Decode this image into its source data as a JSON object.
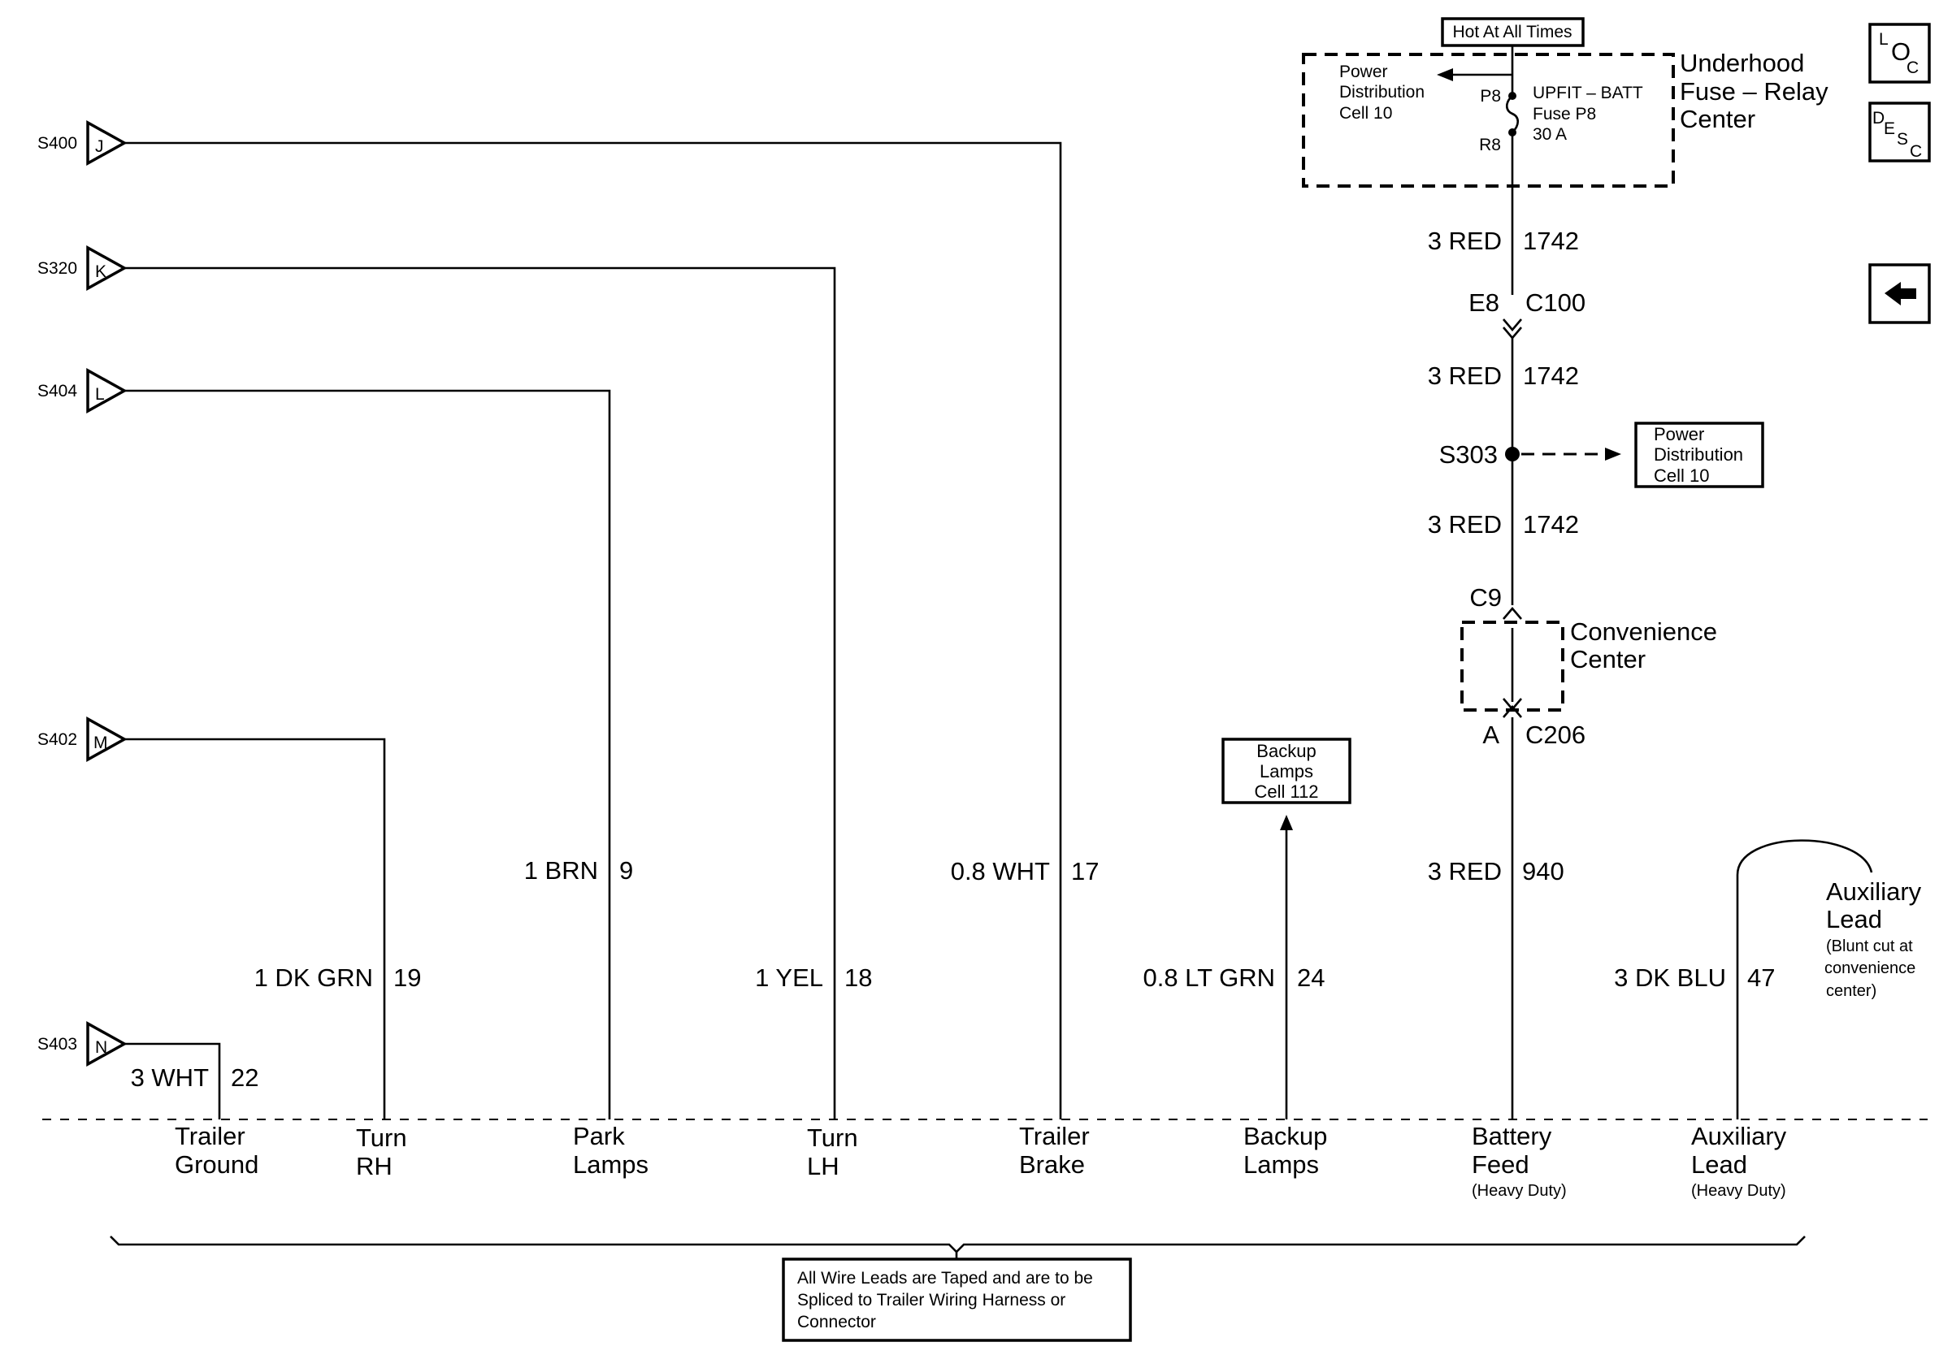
{
  "ground_leads": [
    {
      "splice": "S403",
      "pin": "N",
      "gauge": "3 WHT",
      "circuit": "22",
      "line1": "Trailer",
      "line2": "Ground",
      "sub": ""
    },
    {
      "splice": "S402",
      "pin": "M",
      "gauge": "1 DK GRN",
      "circuit": "19",
      "line1": "Turn",
      "line2": "RH",
      "sub": ""
    },
    {
      "splice": "S404",
      "pin": "L",
      "gauge": "1 BRN",
      "circuit": "9",
      "line1": "Park",
      "line2": "Lamps",
      "sub": ""
    },
    {
      "splice": "S320",
      "pin": "K",
      "gauge": "1 YEL",
      "circuit": "18",
      "line1": "Turn",
      "line2": "LH",
      "sub": ""
    },
    {
      "splice": "S400",
      "pin": "J",
      "gauge": "0.8 WHT",
      "circuit": "17",
      "line1": "Trailer",
      "line2": "Brake",
      "sub": ""
    },
    {
      "splice": "",
      "pin": "",
      "gauge": "0.8 LT GRN",
      "circuit": "24",
      "line1": "Backup",
      "line2": "Lamps",
      "sub": ""
    },
    {
      "splice": "",
      "pin": "",
      "gauge": "3 RED",
      "circuit": "940",
      "line1": "Battery",
      "line2": "Feed",
      "sub": "(Heavy Duty)"
    },
    {
      "splice": "",
      "pin": "",
      "gauge": "3 DK BLU",
      "circuit": "47",
      "line1": "Auxiliary",
      "line2": "Lead",
      "sub": "(Heavy Duty)"
    }
  ],
  "backup_ref": {
    "l1": "Backup",
    "l2": "Lamps",
    "l3": "Cell 112"
  },
  "fuse_block": {
    "hot_label": "Hot At All Times",
    "title1": "Underhood",
    "title2": "Fuse – Relay",
    "title3": "Center",
    "pd1": "Power",
    "pd2": "Distribution",
    "pd3": "Cell 10",
    "pin_in": "P8",
    "pin_out": "R8",
    "fuse1": "UPFIT – BATT",
    "fuse2": "Fuse P8",
    "fuse3": "30 A"
  },
  "feed": {
    "seg1_gauge": "3 RED",
    "seg1_circuit": "1742",
    "c100_pin": "E8",
    "c100_name": "C100",
    "seg2_gauge": "3 RED",
    "seg2_circuit": "1742",
    "splice": "S303",
    "pd_ref1": "Power",
    "pd_ref2": "Distribution",
    "pd_ref3": "Cell 10",
    "seg3_gauge": "3 RED",
    "seg3_circuit": "1742",
    "c9": "C9",
    "conv1": "Convenience",
    "conv2": "Center",
    "c206_pin": "A",
    "c206_name": "C206"
  },
  "aux_note": {
    "l1": "Auxiliary",
    "l2": "Lead",
    "l3": "(Blunt cut at",
    "l4": "convenience",
    "l5": "center)"
  },
  "bottom_note": {
    "l1": "All Wire Leads are Taped and are to be",
    "l2": "Spliced to Trailer Wiring Harness or",
    "l3": "Connector"
  },
  "side_buttons": {
    "loc_l": "L",
    "loc_o": "O",
    "loc_c": "C",
    "desc_d": "D",
    "desc_e": "E",
    "desc_s": "S",
    "desc_c": "C"
  }
}
